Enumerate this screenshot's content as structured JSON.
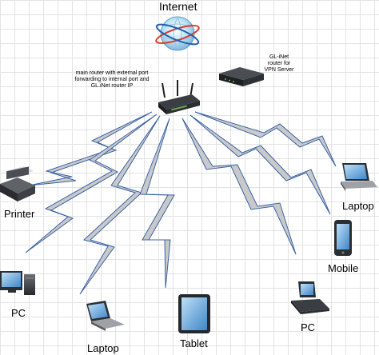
{
  "nodes": {
    "internet": {
      "label": "Internet",
      "icon": "globe-icon"
    },
    "main_router": {
      "label": "main router with external port forwarding to internal port and GL.iNet router IP",
      "icon": "router-icon"
    },
    "vpn_router": {
      "label": "GL-iNet router for VPN Server",
      "icon": "router-icon"
    },
    "printer": {
      "label": "Printer",
      "icon": "printer-icon"
    },
    "laptop_right": {
      "label": "Laptop",
      "icon": "laptop-icon"
    },
    "mobile": {
      "label": "Mobile",
      "icon": "mobile-phone-icon"
    },
    "pc_right": {
      "label": "PC",
      "icon": "pc-icon"
    },
    "tablet": {
      "label": "Tablet",
      "icon": "tablet-icon"
    },
    "laptop_bottom": {
      "label": "Laptop",
      "icon": "laptop-icon"
    },
    "pc_left": {
      "label": "PC",
      "icon": "pc-icon"
    }
  },
  "colors": {
    "bolt_fill": "#c9c9c9",
    "bolt_stroke": "#3b63a8",
    "grid": "#e3e3e3"
  }
}
